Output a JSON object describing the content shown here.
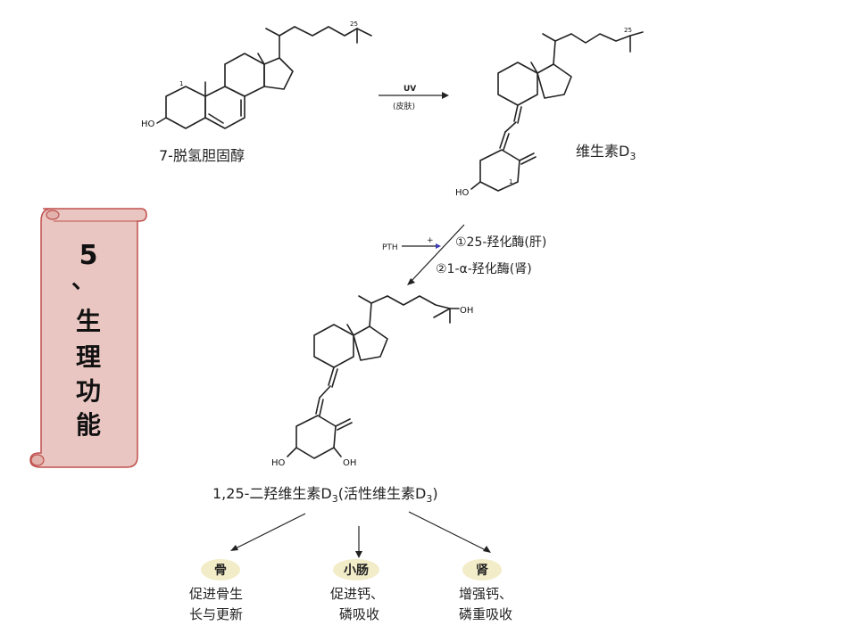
{
  "section": {
    "number": "5",
    "separator": "、",
    "title_chars": [
      "生",
      "理",
      "功",
      "能"
    ]
  },
  "molecules": {
    "precursor": "7-脱氢胆固醇",
    "vitamin_d3": "维生素",
    "vitamin_d3_sub": "D",
    "vitamin_d3_subscript": "3",
    "active_prefix": "1,25-二羟维生素",
    "active_mid": "(活性维生素",
    "active_end": ")",
    "d_letter": "D",
    "d_sub": "3"
  },
  "atom_labels": {
    "ho": "HO",
    "oh": "OH",
    "c25": "25",
    "c1": "1"
  },
  "reaction1": {
    "reagent": "UV",
    "condition": "(皮肤)"
  },
  "reaction2": {
    "pth": "PTH",
    "plus": "+",
    "step1": "①25-羟化酶(肝)",
    "step2": "②1-α-羟化酶(肾)"
  },
  "targets": [
    {
      "organ": "骨",
      "effect_line1": "促进骨生",
      "effect_line2": "长与更新"
    },
    {
      "organ": "小肠",
      "effect_line1": "促进钙、",
      "effect_line2": "磷吸收"
    },
    {
      "organ": "肾",
      "effect_line1": "增强钙、",
      "effect_line2": "磷重吸收"
    }
  ],
  "colors": {
    "scroll_fill": "#e9c6c1",
    "scroll_border": "#c0504d",
    "badge_fill": "#f3ecc8",
    "pth_plus": "#3b3bb5"
  }
}
